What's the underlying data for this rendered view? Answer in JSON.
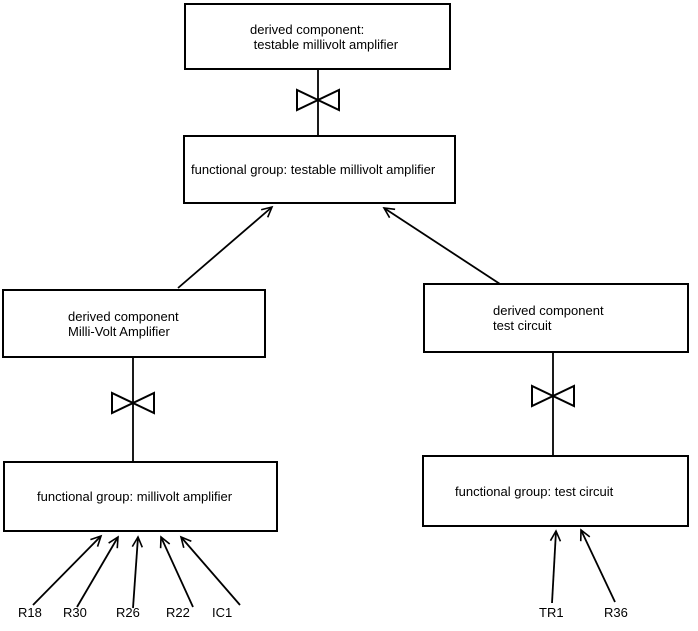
{
  "diagram": {
    "colors": {
      "background": "#ffffff",
      "stroke": "#000000",
      "text": "#000000"
    },
    "nodes": {
      "top_derived": {
        "line1": "derived component:",
        "line2": " testable millivolt amplifier"
      },
      "top_functional": {
        "line1": "functional group: testable millivolt amplifier"
      },
      "left_derived": {
        "line1": "derived component",
        "line2": "Milli-Volt Amplifier"
      },
      "right_derived": {
        "line1": "derived component",
        "line2": "test circuit"
      },
      "left_functional": {
        "line1": "functional group: millivolt amplifier"
      },
      "right_functional": {
        "line1": "functional group: test circuit"
      }
    },
    "leaf_labels": {
      "left": [
        "R18",
        "R30",
        "R26",
        "R22",
        "IC1"
      ],
      "right": [
        "TR1",
        "R36"
      ]
    },
    "symbols": {
      "bowtie": "decomposition-bowtie"
    }
  }
}
